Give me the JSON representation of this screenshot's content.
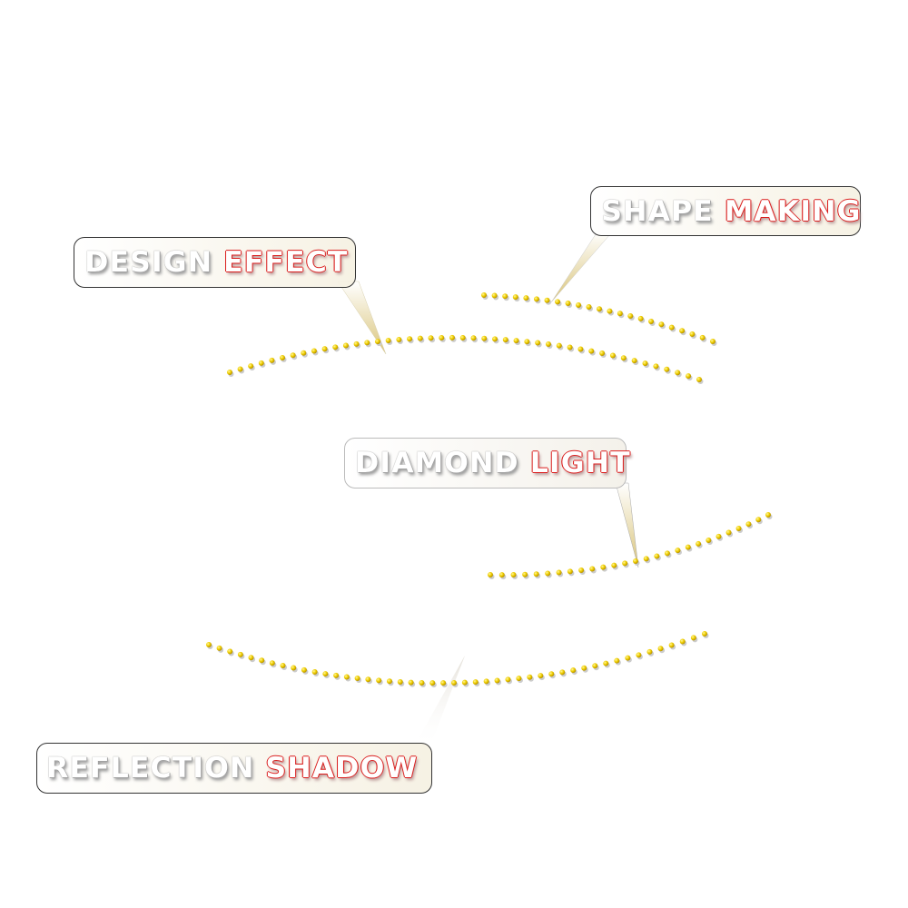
{
  "callouts": [
    {
      "word1": "DESIGN",
      "word2": "EFFECT"
    },
    {
      "word1": "SHAPE",
      "word2": "MAKING"
    },
    {
      "word1": "DIAMOND",
      "word2": "LIGHT"
    },
    {
      "word1": "REFLECTION",
      "word2": "SHADOW"
    }
  ],
  "colors": {
    "dot": "#e8c800",
    "outline_red": "#d22222",
    "border": "#333333"
  }
}
